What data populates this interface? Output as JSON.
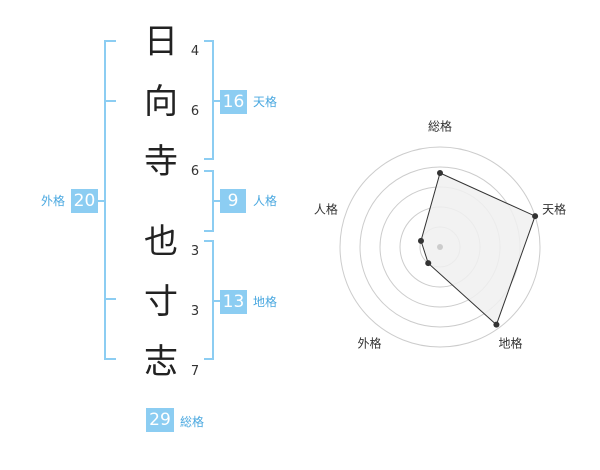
{
  "name": {
    "characters": [
      "日",
      "向",
      "寺",
      "也",
      "寸",
      "志"
    ],
    "strokes": [
      "4",
      "6",
      "6",
      "3",
      "3",
      "7"
    ]
  },
  "badges": {
    "tenkaku": {
      "value": "16",
      "label": "天格"
    },
    "jinkaku": {
      "value": "9",
      "label": "人格"
    },
    "chikaku": {
      "value": "13",
      "label": "地格"
    },
    "gaikaku": {
      "value": "20",
      "label": "外格"
    },
    "soukaku": {
      "value": "29",
      "label": "総格"
    }
  },
  "radar": {
    "axes": [
      "総格",
      "天格",
      "地格",
      "外格",
      "人格"
    ],
    "levels": 5,
    "values": [
      0.74,
      1.0,
      0.96,
      0.2,
      0.2
    ],
    "colors": {
      "fill": "#f0f0f0",
      "stroke": "#333333",
      "grid": "#cccccc",
      "dot": "#333333",
      "center": "#cccccc"
    }
  }
}
